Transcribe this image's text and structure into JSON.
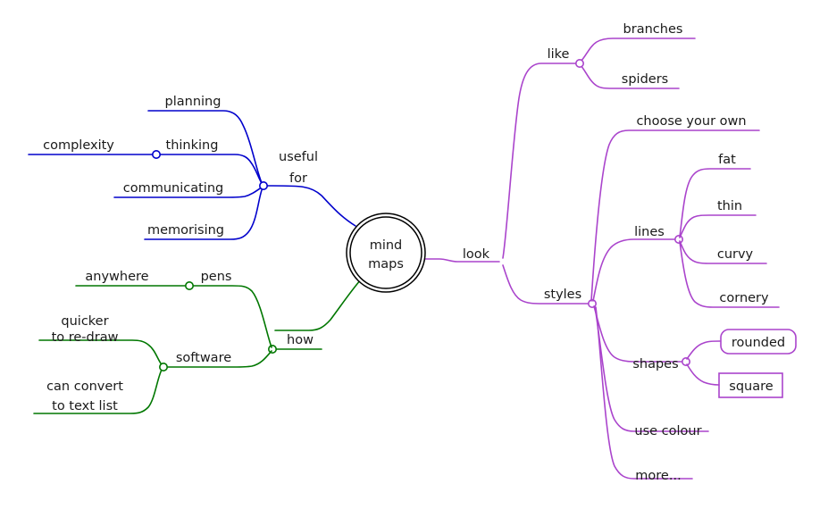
{
  "document": {
    "type": "mind-map",
    "title": "mind maps",
    "background_color": "#ffffff"
  },
  "colors": {
    "root_stroke": "#000000",
    "text": "#1a1a1a",
    "blue_branch": "#0000cc",
    "green_branch": "#007700",
    "purple_branch": "#aa44cc"
  },
  "root": {
    "label_line1": "mind",
    "label_line2": "maps"
  },
  "branches": {
    "useful_for": {
      "label": "useful",
      "label_line2": "for",
      "color": "#0000cc",
      "children": [
        {
          "label": "planning"
        },
        {
          "label": "thinking",
          "children": [
            {
              "label": "complexity"
            }
          ]
        },
        {
          "label": "communicating"
        },
        {
          "label": "memorising"
        }
      ]
    },
    "how": {
      "label": "how",
      "color": "#007700",
      "children": [
        {
          "label": "pens",
          "children": [
            {
              "label": "anywhere"
            }
          ]
        },
        {
          "label": "software",
          "children": [
            {
              "label_line1": "quicker",
              "label_line2": "to re-draw"
            },
            {
              "label_line1": "can convert",
              "label_line2": "to text list"
            }
          ]
        }
      ]
    },
    "look": {
      "label": "look",
      "color": "#aa44cc",
      "children": [
        {
          "label": "like",
          "children": [
            {
              "label": "branches"
            },
            {
              "label": "spiders"
            }
          ]
        },
        {
          "label": "styles",
          "children": [
            {
              "label": "choose your own"
            },
            {
              "label": "lines",
              "children": [
                {
                  "label": "fat"
                },
                {
                  "label": "thin"
                },
                {
                  "label": "curvy"
                },
                {
                  "label": "cornery"
                }
              ]
            },
            {
              "label": "shapes",
              "children": [
                {
                  "label": "rounded",
                  "box": "rounded"
                },
                {
                  "label": "square",
                  "box": "square"
                }
              ]
            },
            {
              "label": "use colour"
            },
            {
              "label": "more..."
            }
          ]
        }
      ]
    }
  }
}
